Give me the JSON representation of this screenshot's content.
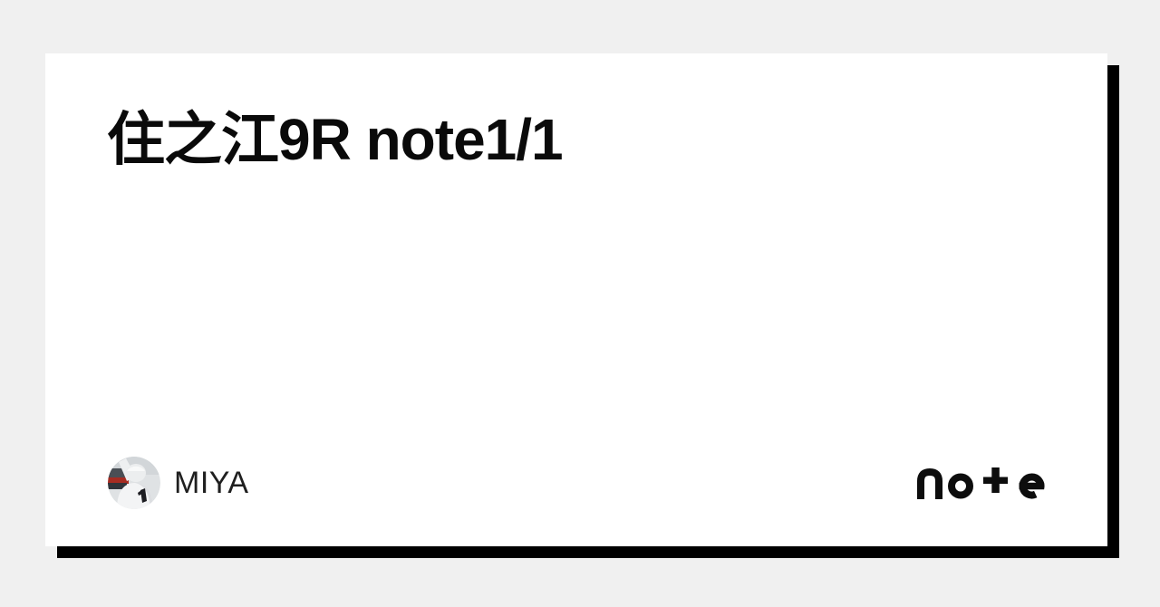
{
  "card": {
    "title": "住之江9R note1/1"
  },
  "footer": {
    "author_name": "MIYA"
  },
  "branding": {
    "logo_text": "note"
  },
  "theme": {
    "page_background": "#f0f0f0",
    "card_background": "#ffffff",
    "card_shadow": "#000000",
    "title_color": "#0a0a0a",
    "author_name_color": "#1f1f1f",
    "logo_color": "#0d0d0d"
  },
  "icons": {
    "avatar": "user-avatar-photo-icon",
    "logo": "note-wordmark-logo"
  }
}
